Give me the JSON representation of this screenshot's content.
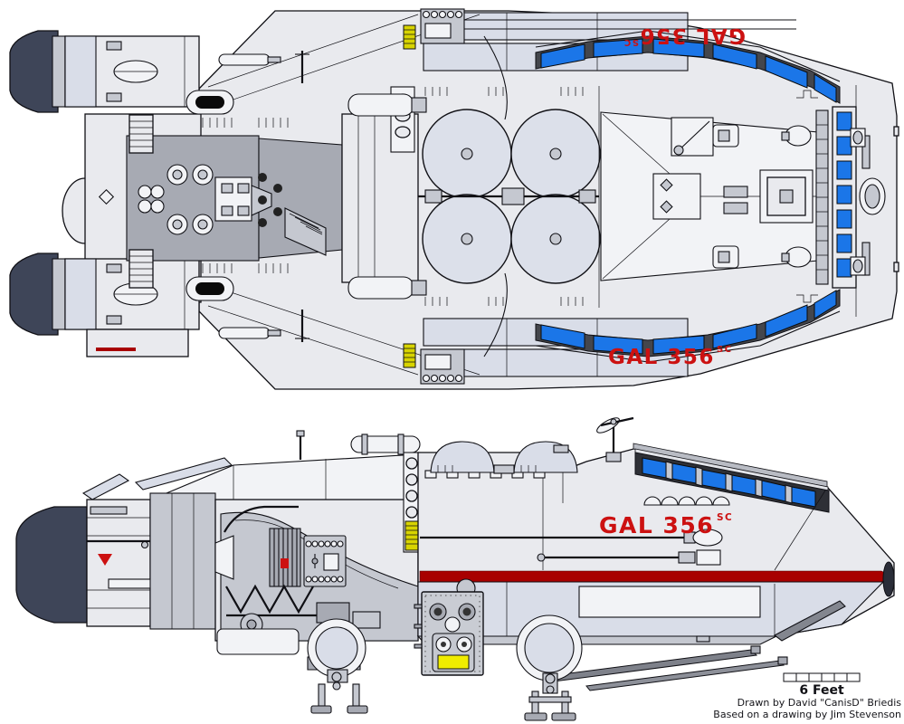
{
  "registry": {
    "main": "GAL 356",
    "superscript": "SC"
  },
  "scale_bar": {
    "label": "6 Feet",
    "segments": 6
  },
  "credits": {
    "line1": "Drawn by David \"CanisD\" Briedis",
    "line2": "Based on a drawing by Jim Stevenson"
  },
  "colors": {
    "window_blue": "#1b76e8",
    "registry_red": "#cc1111",
    "stripe_red": "#a80000",
    "nozzle_dark": "#3e4558",
    "detail_yellow": "#f0ec00",
    "ladder_olive": "#d8d400"
  }
}
